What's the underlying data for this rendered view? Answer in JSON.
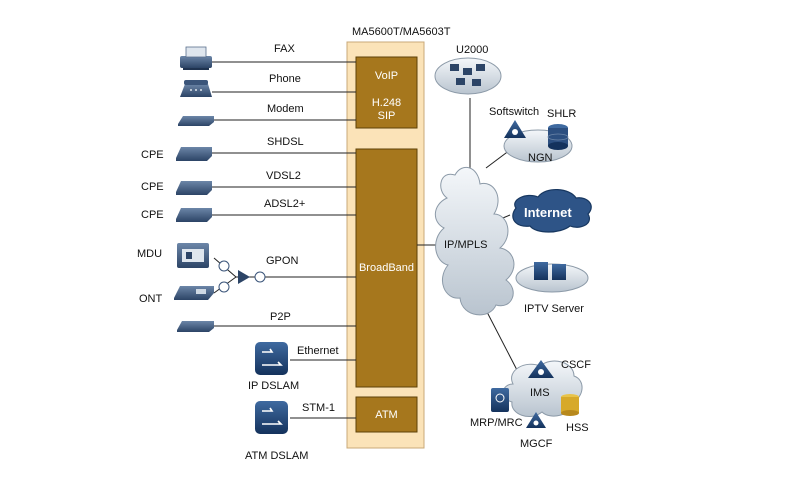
{
  "title": "MA5600T/MA5603T",
  "blocks": {
    "voip": "VoIP",
    "h248": "H.248",
    "sip": "SIP",
    "broadband": "BroadBand",
    "atm": "ATM"
  },
  "links": {
    "fax": "FAX",
    "phone": "Phone",
    "modem": "Modem",
    "shdsl": "SHDSL",
    "vdsl2": "VDSL2",
    "adsl2": "ADSL2+",
    "gpon": "GPON",
    "p2p": "P2P",
    "ethernet": "Ethernet",
    "stm1": "STM-1"
  },
  "devices": {
    "cpe1": "CPE",
    "cpe2": "CPE",
    "cpe3": "CPE",
    "mdu": "MDU",
    "ont": "ONT",
    "ip_dslam": "IP  DSLAM",
    "atm_dslam": "ATM DSLAM"
  },
  "network": {
    "u2000": "U2000",
    "softswitch": "Softswitch",
    "shlr": "SHLR",
    "ngn": "NGN",
    "internet": "Internet",
    "ip_mpls": "IP/MPLS",
    "iptv": "IPTV Server",
    "cscf": "CSCF",
    "ims": "IMS",
    "mrp_mrc": "MRP/MRC",
    "hss": "HSS",
    "mgcf": "MGCF"
  }
}
